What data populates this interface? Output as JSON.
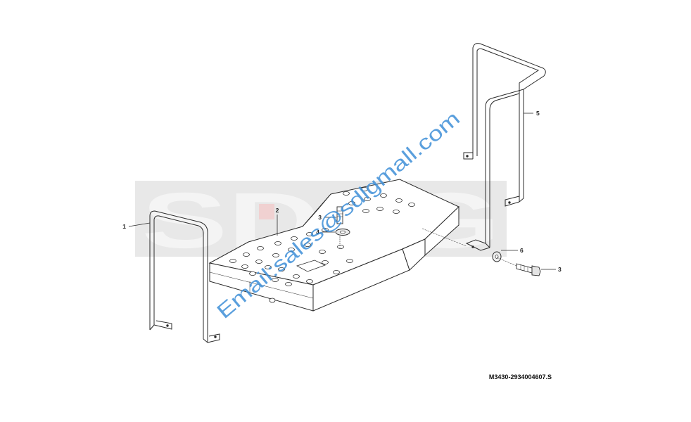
{
  "watermark": {
    "brand": "SDLG",
    "brand_color": "#c9c9c9",
    "email": "Email:sales@sdlgmall.com",
    "email_color": "#3e8fd8"
  },
  "drawing_code": "M3430-2934004607.S",
  "callouts": [
    {
      "id": "1",
      "label": "1"
    },
    {
      "id": "2",
      "label": "2"
    },
    {
      "id": "3a",
      "label": "3"
    },
    {
      "id": "4",
      "label": "4"
    },
    {
      "id": "5",
      "label": "5"
    },
    {
      "id": "6",
      "label": "6"
    },
    {
      "id": "3b",
      "label": "3"
    }
  ],
  "colors": {
    "line": "#2a2a2a",
    "part_fill": "#ffffff"
  }
}
